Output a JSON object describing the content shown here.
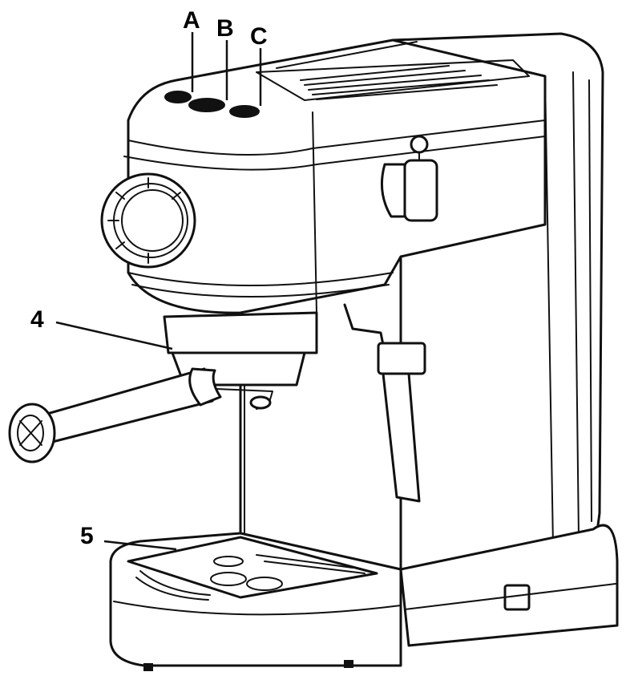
{
  "callouts": {
    "a": "A",
    "b": "B",
    "c": "C",
    "n4": "4",
    "n5": "5"
  }
}
